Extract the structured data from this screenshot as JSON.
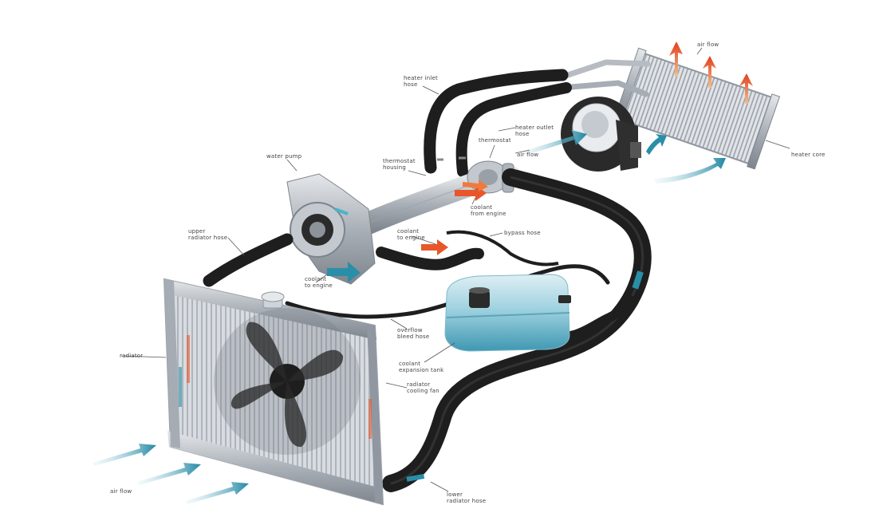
{
  "colors": {
    "hose": "#1e1e1e",
    "hose_highlight": "#3a3a3a",
    "metal_pipe": "#b7bcc2",
    "radiator_frame": "#9da3aa",
    "radiator_core": "#cfd4da",
    "coolant": "#5fb3c9",
    "hot_arrow": "#e8572a",
    "cold_arrow": "#2a8ea8",
    "leader": "#555555"
  },
  "labels": {
    "heater_inlet_hose": "heater inlet\nhose",
    "heater_outlet_hose": "heater outlet\nhose",
    "thermostat": "thermostat",
    "air_flow_top": "air flow",
    "hot_air": "air flow",
    "heater_core": "heater core",
    "water_pump": "water pump",
    "engine_housing": "thermostat\nhousing",
    "from_engine": "coolant\nfrom engine",
    "coolant_to_engine": "coolant\nto engine",
    "bypass_hose": "bypass hose",
    "radiator_inlet_hose": "upper\nradiator hose",
    "to_engine": "coolant\nto engine",
    "overflow_hose": "overflow\nbleed hose",
    "expansion_tank": "coolant\nexpansion tank",
    "radiator": "radiator",
    "radiator_cooling_fan": "radiator\ncooling fan",
    "air_flow_bottom": "air flow",
    "lower_radiator_hose": "lower\nradiator hose"
  }
}
